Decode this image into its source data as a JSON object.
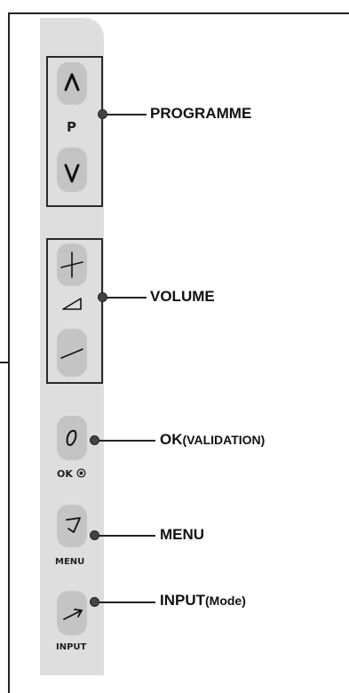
{
  "buttons": {
    "programme_letter": "P",
    "ok_label": "OK",
    "menu_label": "MENU",
    "input_label": "INPUT"
  },
  "callouts": {
    "programme": "PROGRAMME",
    "volume": "VOLUME",
    "ok_main": "OK",
    "ok_sub": "(VALIDATION)",
    "menu": "MENU",
    "input_main": "INPUT",
    "input_sub": "(Mode)"
  },
  "icons": {
    "programme_up": "caret-up-icon",
    "programme_down": "caret-down-icon",
    "volume_up": "plus-icon",
    "volume_indicator": "volume-ramp-icon",
    "volume_down": "minus-icon",
    "ok": "ok-icon",
    "menu": "menu-icon",
    "input": "input-arrow-icon"
  },
  "colors": {
    "panel": "#dedede",
    "button": "#c4c4c4",
    "outline": "#2a2a2a"
  }
}
